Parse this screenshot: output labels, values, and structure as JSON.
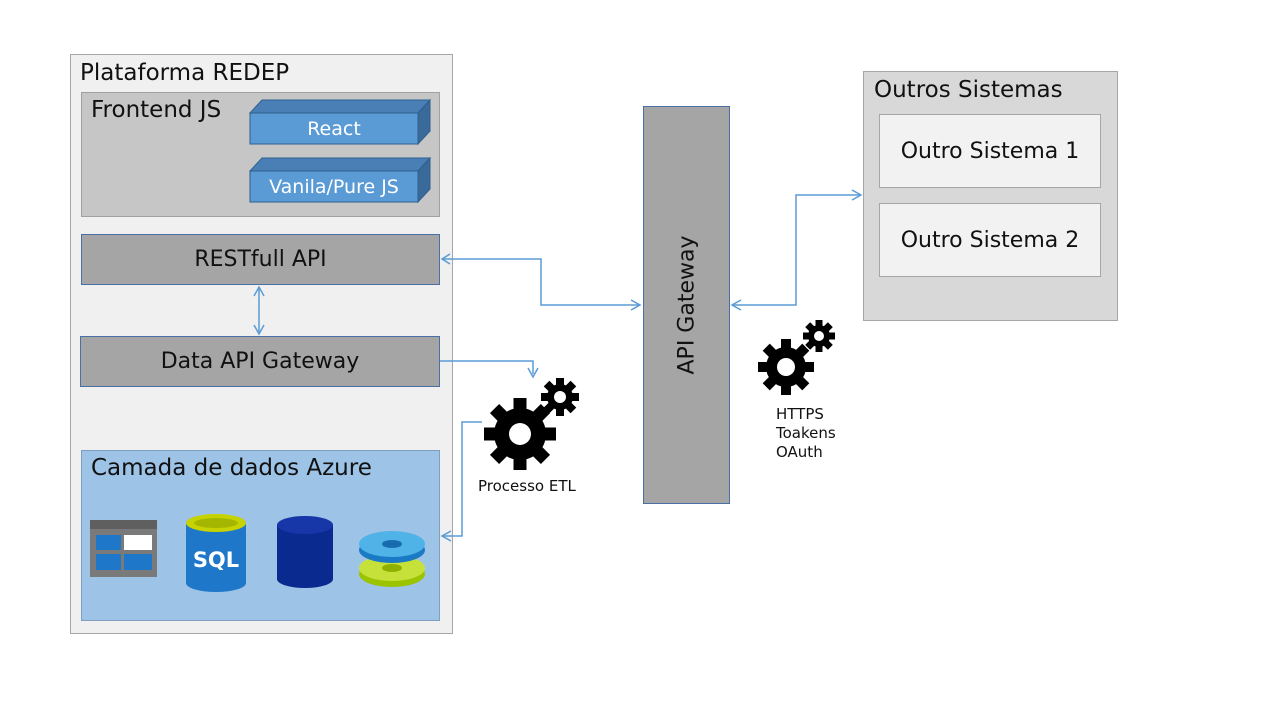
{
  "platform": {
    "title": "Plataforma REDEP"
  },
  "frontend": {
    "title": "Frontend JS",
    "items": [
      {
        "label": "React"
      },
      {
        "label": "Vanila/Pure JS"
      }
    ]
  },
  "restfull": {
    "label": "RESTfull API"
  },
  "data_api": {
    "label": "Data API Gateway"
  },
  "data_layer": {
    "title": "Camada de dados Azure",
    "icons": [
      {
        "name": "azure-table-storage-icon"
      },
      {
        "name": "sql-database-icon",
        "text": "SQL"
      },
      {
        "name": "database-icon"
      },
      {
        "name": "azure-disk-storage-icon"
      }
    ]
  },
  "gateway": {
    "label": "API Gateway"
  },
  "outros": {
    "title": "Outros Sistemas",
    "systems": [
      {
        "label": "Outro Sistema 1"
      },
      {
        "label": "Outro Sistema 2"
      }
    ]
  },
  "etl": {
    "label": "Processo ETL"
  },
  "security": {
    "lines": [
      "HTTPS",
      "Toakens",
      "OAuth"
    ]
  },
  "colors": {
    "arrow": "#5b9bd5",
    "cube": "#5b9bd5",
    "gear": "#000000",
    "data_layer": "#9dc3e6",
    "gray_box": "#a5a5a5"
  }
}
